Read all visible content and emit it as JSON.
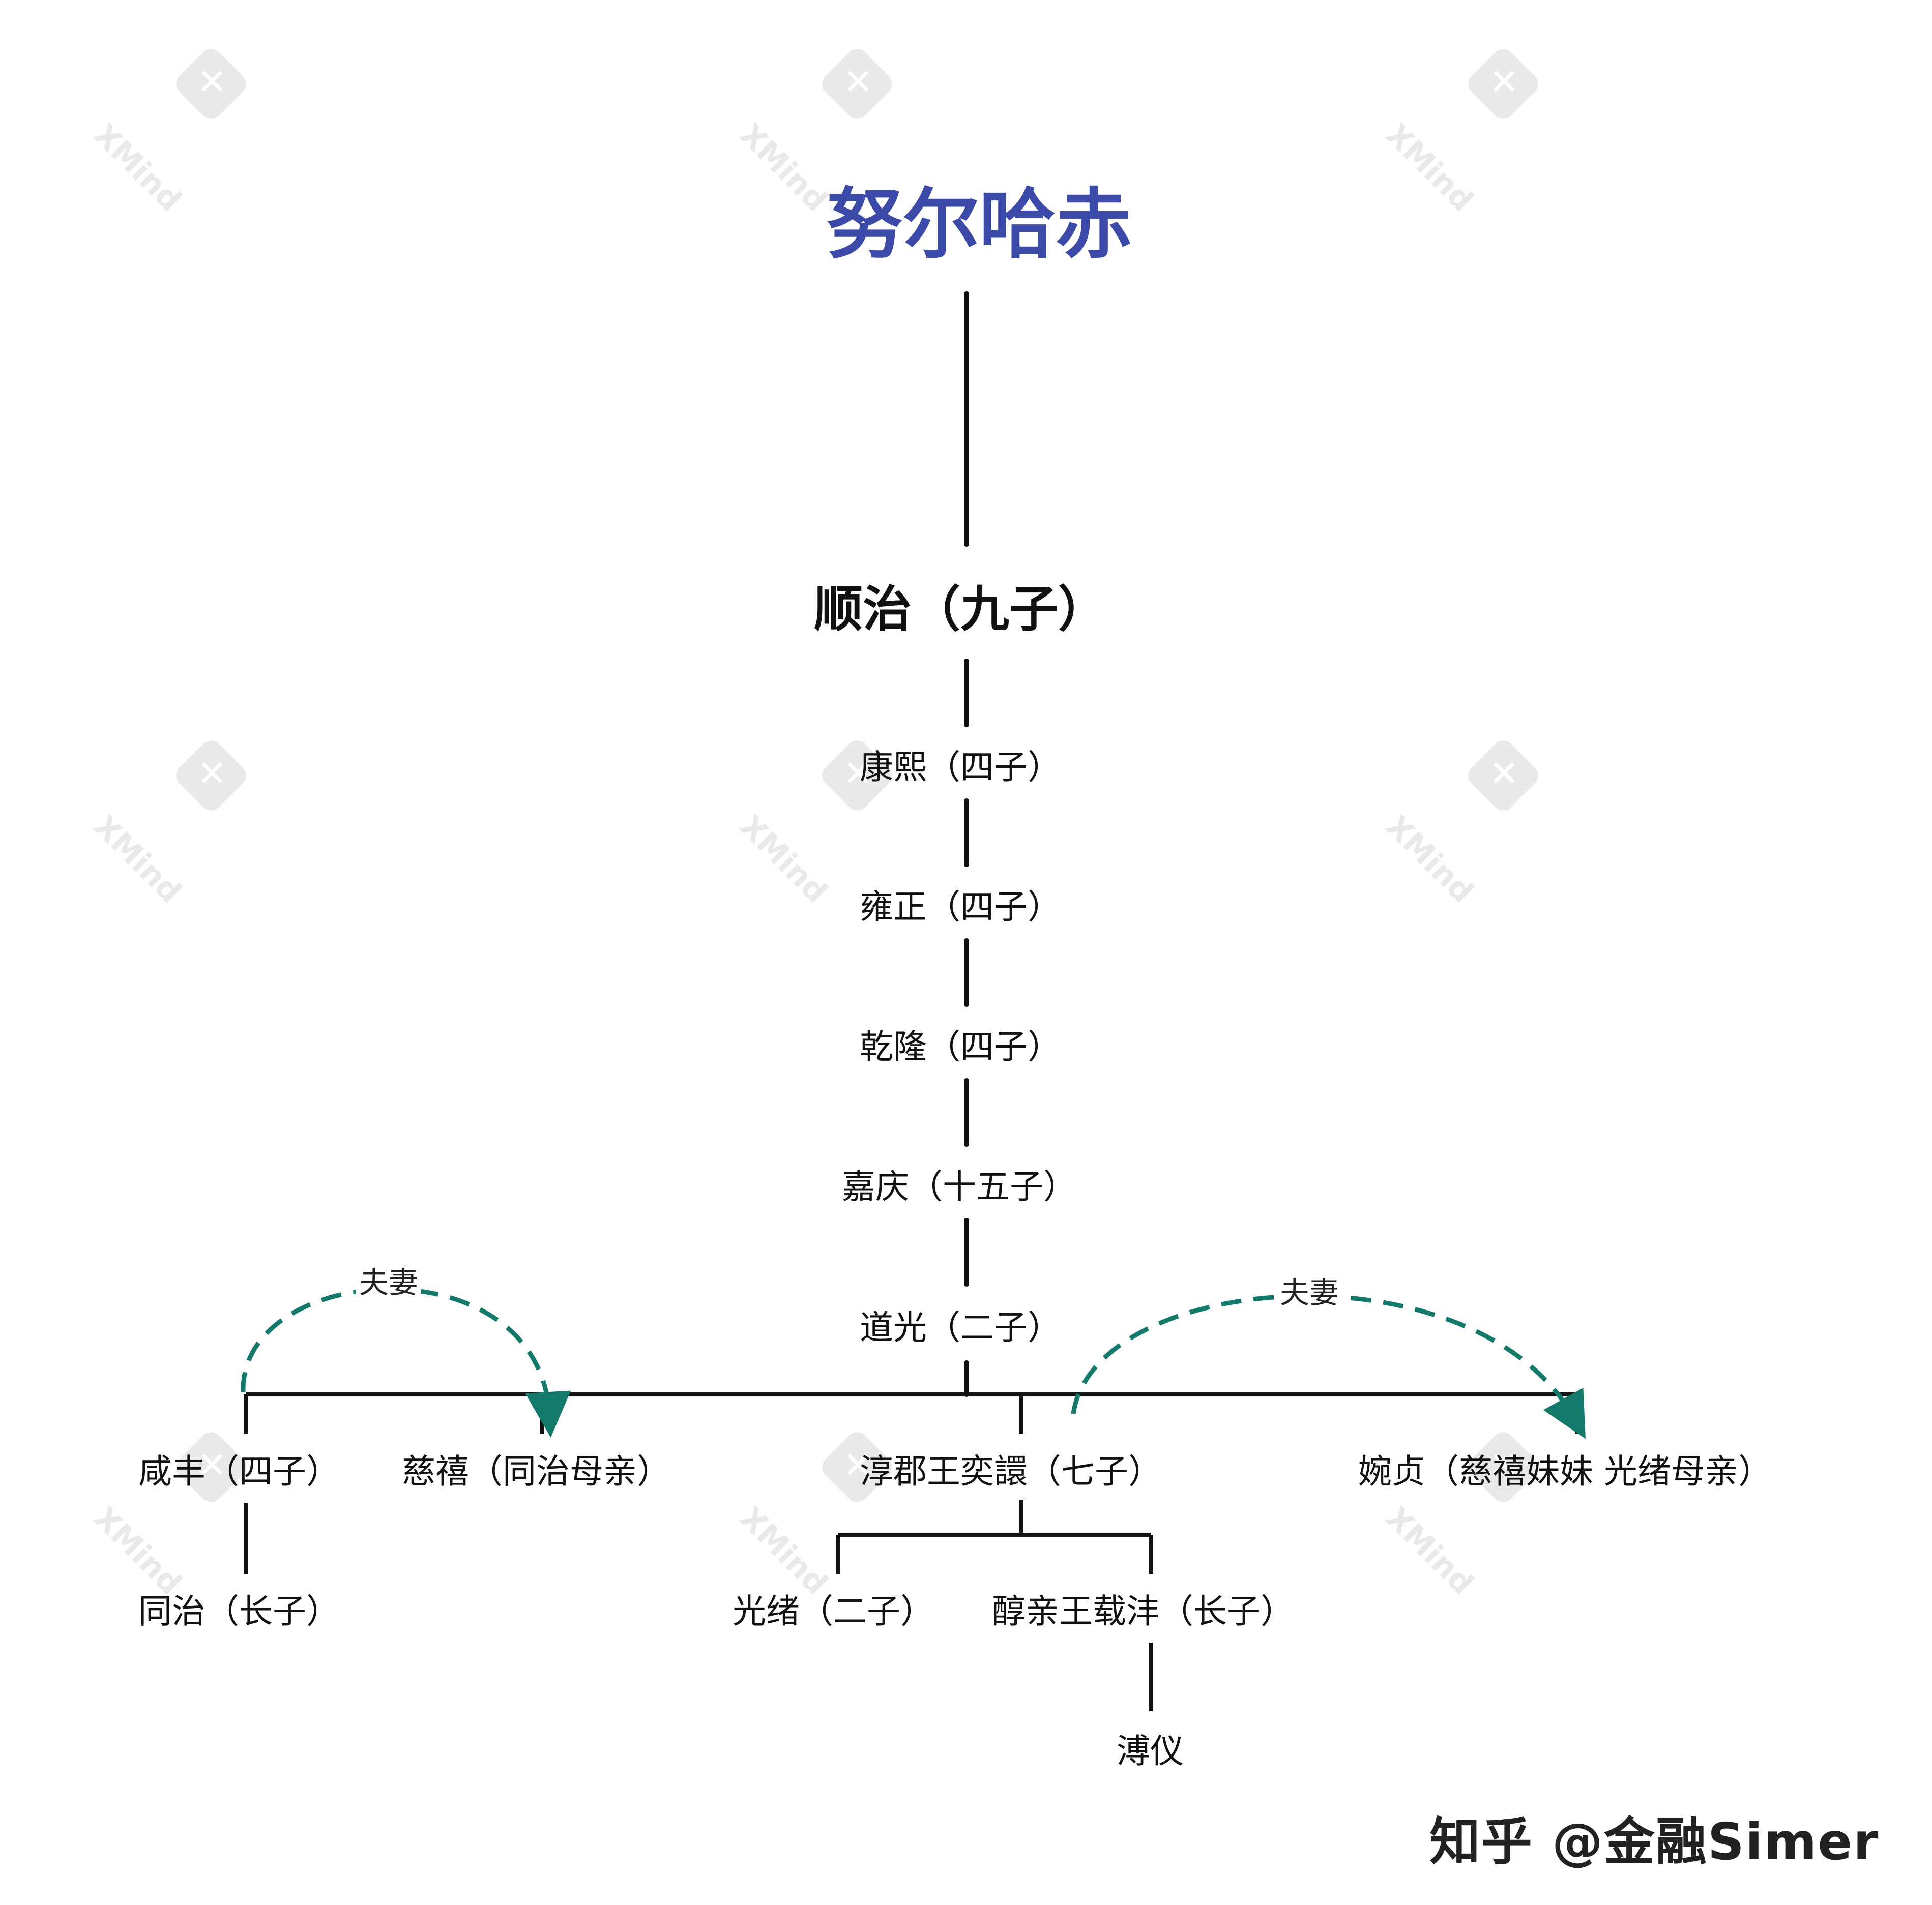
{
  "root": "努尔哈赤",
  "generations": [
    "顺治（九子）",
    "康熙（四子）",
    "雍正（四子）",
    "乾隆（四子）",
    "嘉庆（十五子）",
    "道光（二子）"
  ],
  "level_two": {
    "xianfeng": "咸丰（四子）",
    "cixi": "慈禧（同治母亲）",
    "yixuan": "淳郡王奕譞（七子）",
    "wanzhen": "婉贞（慈禧妹妹 光绪母亲）"
  },
  "level_three": {
    "tongzhi": "同治（长子）",
    "guangxu": "光绪（二子）",
    "zaifeng": "醇亲王载沣（长子）"
  },
  "level_four": {
    "puyi": "溥仪"
  },
  "relations": {
    "left": "夫妻",
    "right": "夫妻"
  },
  "watermark": "XMind",
  "credit": "知乎 @金融Simer",
  "colors": {
    "root_text": "#3b49a8",
    "line": "#111111",
    "relation_arrow": "#137a6b"
  }
}
